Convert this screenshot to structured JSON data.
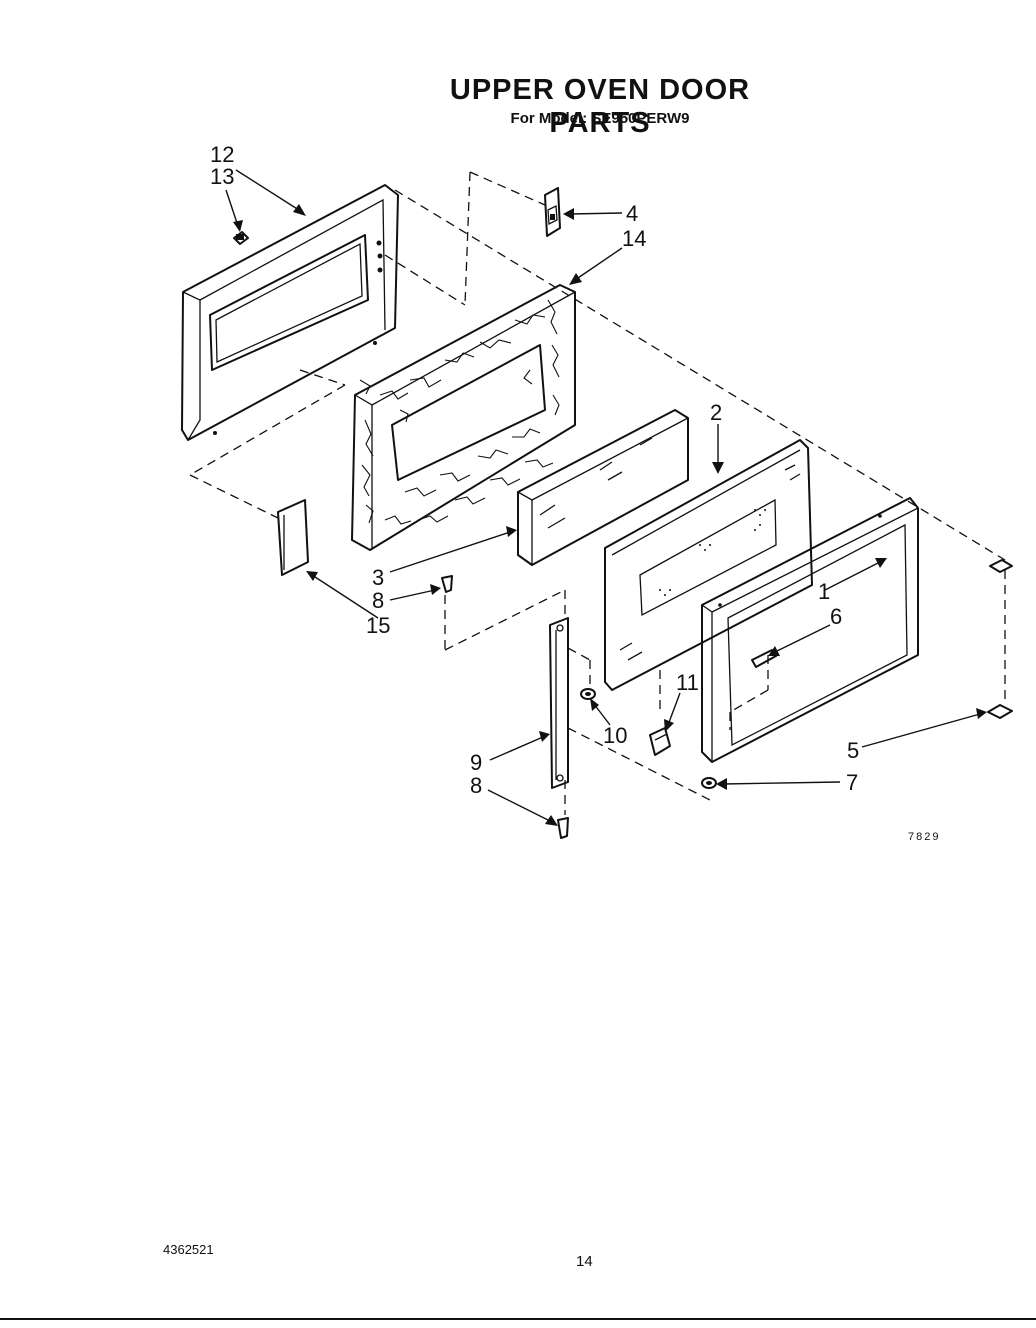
{
  "header": {
    "title": "UPPER OVEN DOOR PARTS",
    "subtitle": "For Model: SE950PERW9"
  },
  "callouts": [
    "12",
    "13",
    "4",
    "14",
    "2",
    "3",
    "8",
    "15",
    "1",
    "6",
    "11",
    "10",
    "9",
    "8",
    "5",
    "7"
  ],
  "drawing_code": "7829",
  "footer": {
    "doc_number": "4362521",
    "page_number": "14"
  }
}
